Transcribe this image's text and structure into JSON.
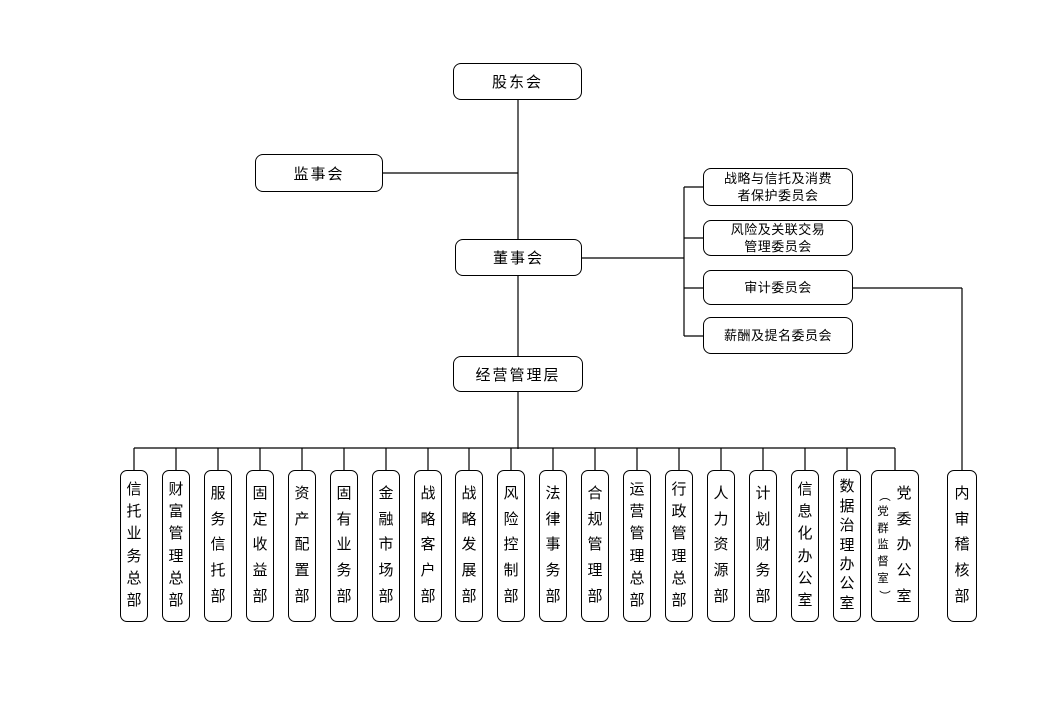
{
  "page": {
    "background": "#ffffff",
    "line_color": "#000000",
    "box_border_color": "#000000",
    "text_color": "#000000"
  },
  "org_chart": {
    "top_nodes": {
      "shareholders_meeting": "股东会",
      "board_of_supervisors": "监事会",
      "board_of_directors": "董事会",
      "management_level": "经营管理层"
    },
    "board_committees": [
      {
        "lines": [
          "战略与信托及消费",
          "者保护委员会"
        ]
      },
      {
        "lines": [
          "风险及关联交易",
          "管理委员会"
        ]
      },
      {
        "lines": [
          "审计委员会"
        ]
      },
      {
        "lines": [
          "薪酬及提名委员会"
        ]
      }
    ],
    "departments": [
      "信托业务总部",
      "财富管理总部",
      "服务信托部",
      "固定收益部",
      "资产配置部",
      "固有业务部",
      "金融市场部",
      "战略客户部",
      "战略发展部",
      "风险控制部",
      "法律事务部",
      "合规管理部",
      "运营管理总部",
      "行政管理总部",
      "人力资源部",
      "计划财务部",
      "信息化办公室",
      "数据治理办公室"
    ],
    "party_committee_office": {
      "main": "党委办公室",
      "sub": "（党群监督室）"
    },
    "internal_audit_department": "内审稽核部"
  }
}
